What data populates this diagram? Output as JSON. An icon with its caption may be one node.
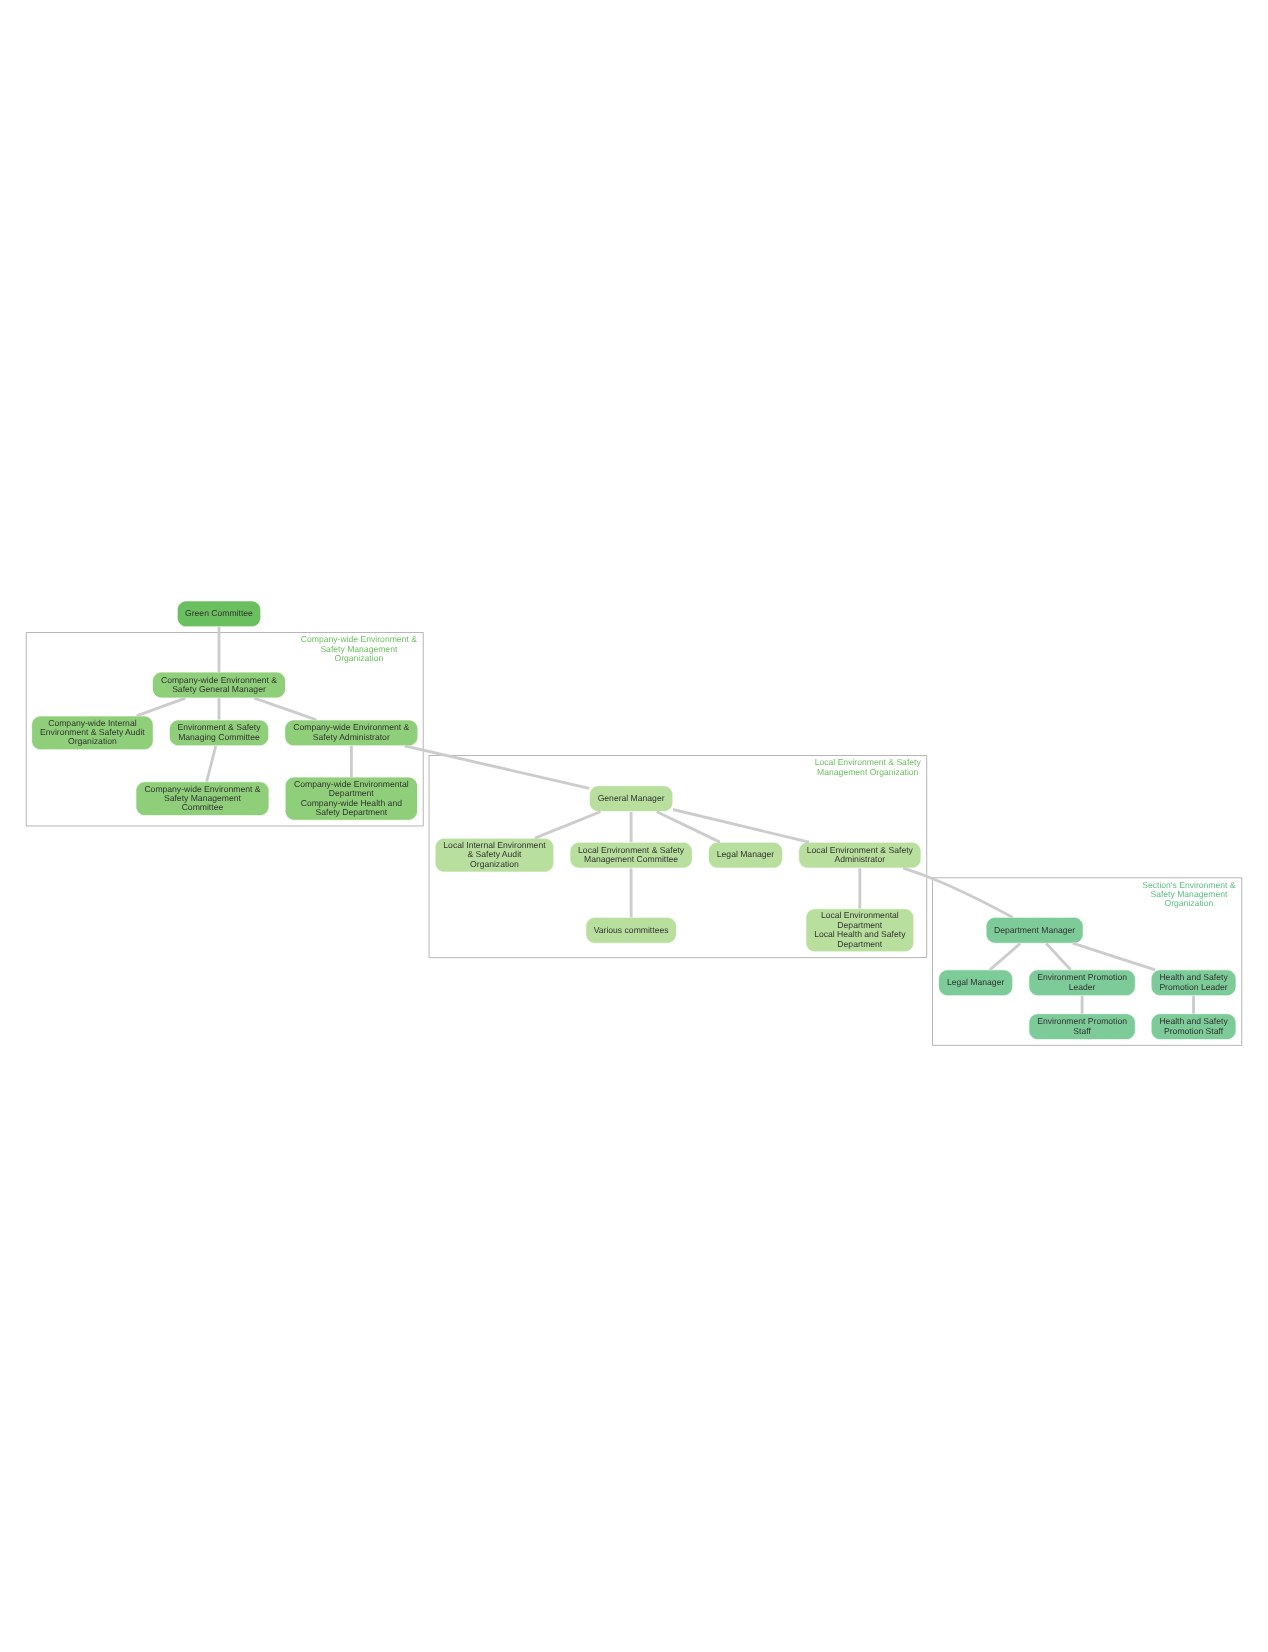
{
  "diagram": {
    "nodes": [
      {
        "text": [
          "Green Committee"
        ]
      },
      {
        "text": [
          "Company-wide Environment & Safety Management Organization"
        ]
      },
      {
        "text": [
          "Company-wide Environment & Safety General Manager"
        ],
        "in": 1
      },
      {
        "text": [
          "Company-wide Internal Environment & Safety Audit Organization"
        ],
        "in": 1
      },
      {
        "text": [
          "Environment & Safety Managing Committee"
        ],
        "in": 1
      },
      {
        "text": [
          "Company-wide Environment & Safety Administrator"
        ],
        "in": 1
      },
      {
        "text": [
          "Company-wide Environment & Safety Management Committee"
        ],
        "in": 1
      },
      {
        "text": [
          "Company-wide Environmental Department",
          "Company-wide Health and Safety Department"
        ],
        "in": 1
      },
      {
        "text": [
          "Local Environment & Safety Management Organization"
        ]
      },
      {
        "text": [
          "General Manager"
        ],
        "in": 8
      },
      {
        "text": [
          "Local Internal Environment & Safety Audit Organization"
        ],
        "in": 8
      },
      {
        "text": [
          "Local Environment & Safety Management Committee"
        ],
        "in": 8
      },
      {
        "text": [
          "Various committees"
        ],
        "in": 8
      },
      {
        "text": [
          "Legal Manager"
        ],
        "in": 8
      },
      {
        "text": [
          "Local Environment & Safety Administrator"
        ],
        "in": 8
      },
      {
        "text": [
          "Local Environmental Department",
          "Local Health and Safety Department"
        ],
        "in": 8
      },
      {
        "text": [
          "Section's Environment & Safety Management Organization"
        ]
      },
      {
        "text": [
          "Department Manager"
        ],
        "in": 16
      },
      {
        "text": [
          "Legal Manager"
        ],
        "in": 16
      },
      {
        "text": [
          "Environment Promotion Leader"
        ],
        "in": 16
      },
      {
        "text": [
          "Health and Safety Promotion Leader"
        ],
        "in": 16
      },
      {
        "text": [
          "Environment Promotion Staff"
        ],
        "in": 16
      },
      {
        "text": [
          "Health and Safety Promotion Staff"
        ],
        "in": 16
      }
    ],
    "edges": [
      {
        "from": 0,
        "to": 2,
        "arrow": "none"
      },
      {
        "from": 2,
        "to": 3,
        "arrow": "none"
      },
      {
        "from": 2,
        "to": 4,
        "arrow": "none"
      },
      {
        "from": 2,
        "to": 5,
        "arrow": "none"
      },
      {
        "from": 4,
        "to": 6,
        "arrow": "none"
      },
      {
        "from": 5,
        "to": 7,
        "arrow": "none"
      },
      {
        "from": 5,
        "to": 9,
        "arrow": "none"
      },
      {
        "from": 9,
        "to": 10,
        "arrow": "none"
      },
      {
        "from": 9,
        "to": 11,
        "arrow": "none"
      },
      {
        "from": 11,
        "to": 12,
        "arrow": "none"
      },
      {
        "from": 9,
        "to": 13,
        "arrow": "none"
      },
      {
        "from": 9,
        "to": 14,
        "arrow": "none"
      },
      {
        "from": 14,
        "to": 15,
        "arrow": "none"
      },
      {
        "from": 14,
        "to": 17,
        "arrow": "none"
      },
      {
        "from": 17,
        "to": 18,
        "arrow": "none"
      },
      {
        "from": 17,
        "to": 19,
        "arrow": "none"
      },
      {
        "from": 17,
        "to": 20,
        "arrow": "none"
      },
      {
        "from": 19,
        "to": 21,
        "arrow": "none"
      },
      {
        "from": 20,
        "to": 22,
        "arrow": "none"
      }
    ]
  }
}
